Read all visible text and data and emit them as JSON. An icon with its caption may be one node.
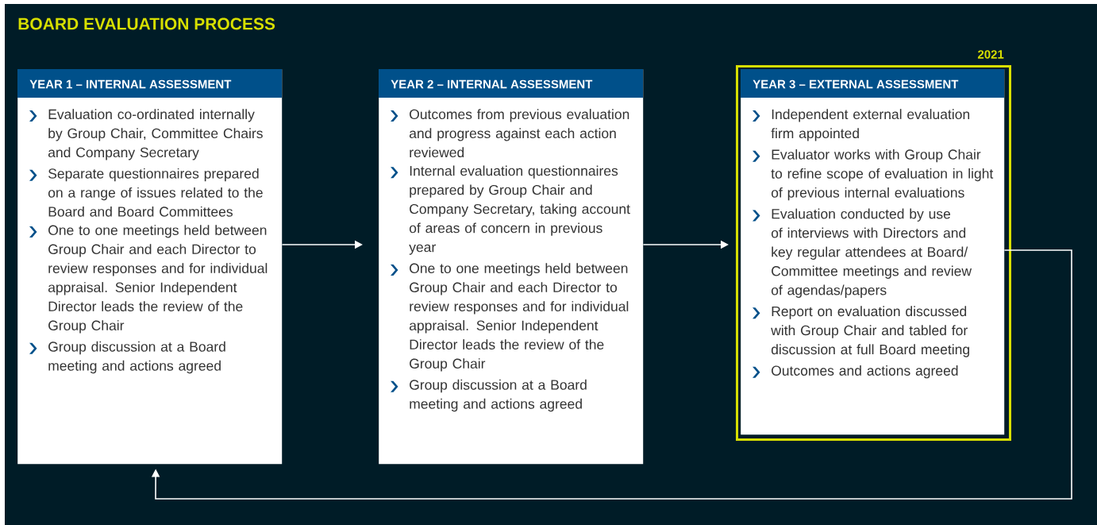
{
  "diagram": {
    "title": "BOARD EVALUATION PROCESS",
    "nodes": [
      {
        "text": [
          "YEAR 1 – INTERNAL ASSESSMENT",
          "Evaluation co-ordinated internally by Group Chair, Committee Chairs and Company Secretary",
          "Separate questionnaires prepared on a range of issues related to the Board and Board Committees",
          "One to one meetings held between Group Chair and each Director to review responses and for individual appraisal. Senior Independent Director leads the review of the Group Chair",
          "Group discussion at a Board meeting and actions agreed"
        ]
      },
      {
        "text": [
          "YEAR 2 – INTERNAL ASSESSMENT",
          "Outcomes from previous evaluation and progress against each action reviewed",
          "Internal evaluation questionnaires prepared by Group Chair and Company Secretary, taking account of areas of concern in previous year",
          "One to one meetings held between Group Chair and each Director to review responses and for individual appraisal. Senior Independent Director leads the review of the Group Chair",
          "Group discussion at a Board meeting and actions agreed"
        ]
      },
      {
        "text": [
          "2021"
        ]
      },
      {
        "text": [
          "YEAR 3 – EXTERNAL ASSESSMENT",
          "Independent external evaluation firm appointed",
          "Evaluator works with Group Chair to refine scope of evaluation in light of previous internal evaluations",
          "Evaluation conducted by use of interviews with Directors and key regular attendees at Board/ Committee meetings and review of agendas/papers",
          "Report on evaluation discussed with Group Chair and tabled for discussion at full Board meeting",
          "Outcomes and actions agreed"
        ],
        "in": 2
      }
    ],
    "edges": [
      {
        "from": 0,
        "to": 1,
        "arrow": "to"
      },
      {
        "from": 1,
        "to": 3,
        "arrow": "to"
      },
      {
        "from": 3,
        "to": 0,
        "arrow": "to"
      }
    ]
  }
}
